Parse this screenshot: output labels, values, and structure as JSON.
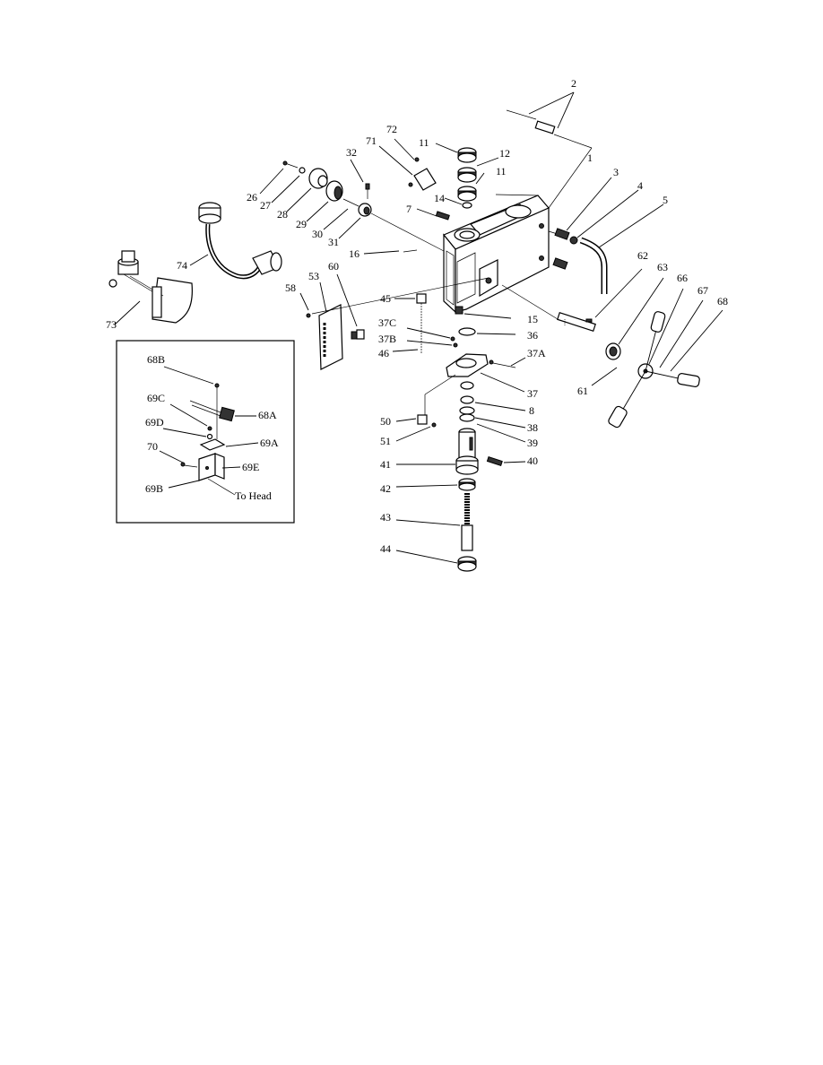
{
  "labels": {
    "p1": "1",
    "p2": "2",
    "p3": "3",
    "p4": "4",
    "p5": "5",
    "p7": "7",
    "p8": "8",
    "p11a": "11",
    "p11b": "11",
    "p12": "12",
    "p14": "14",
    "p15": "15",
    "p16": "16",
    "p26": "26",
    "p27": "27",
    "p28": "28",
    "p29": "29",
    "p30": "30",
    "p31": "31",
    "p32": "32",
    "p36": "36",
    "p37": "37",
    "p37a": "37A",
    "p37b": "37B",
    "p37c": "37C",
    "p38": "38",
    "p39": "39",
    "p40": "40",
    "p41": "41",
    "p42": "42",
    "p43": "43",
    "p44": "44",
    "p45": "45",
    "p46": "46",
    "p50": "50",
    "p51": "51",
    "p53": "53",
    "p58": "58",
    "p60": "60",
    "p61": "61",
    "p62": "62",
    "p63": "63",
    "p66": "66",
    "p67": "67",
    "p68": "68",
    "p71": "71",
    "p72": "72",
    "p73": "73",
    "p74": "74"
  },
  "inset": {
    "p68a": "68A",
    "p68b": "68B",
    "p69a": "69A",
    "p69b": "69B",
    "p69c": "69C",
    "p69d": "69D",
    "p69e": "69E",
    "p70": "70",
    "to_head": "To Head"
  }
}
